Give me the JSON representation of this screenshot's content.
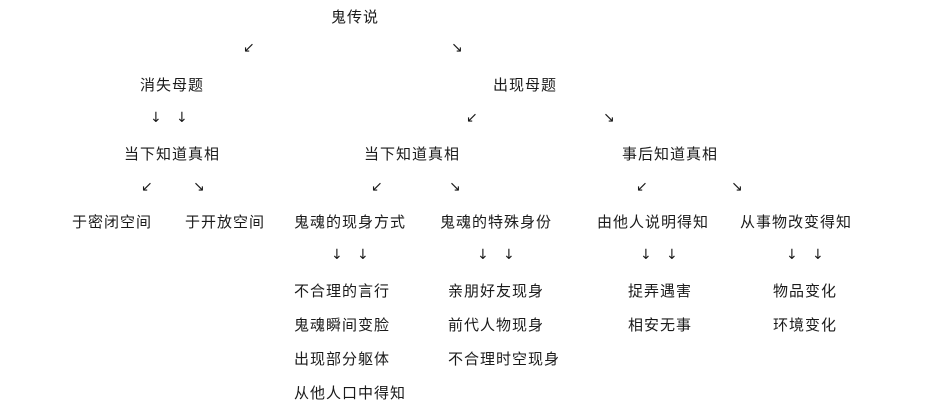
{
  "root": "鬼传说",
  "level1": {
    "disappear": "消失母题",
    "appear": "出现母题"
  },
  "level2": {
    "disappear_now": "当下知道真相",
    "appear_now": "当下知道真相",
    "appear_after": "事后知道真相"
  },
  "level3": {
    "closed_space": "于密闭空间",
    "open_space": "于开放空间",
    "ghost_method": "鬼魂的现身方式",
    "ghost_identity": "鬼魂的特殊身份",
    "told_by_others": "由他人说明得知",
    "from_objects": "从事物改变得知"
  },
  "leaves": {
    "method": [
      "不合理的言行",
      "鬼魂瞬间变脸",
      "出现部分躯体",
      "从他人口中得知"
    ],
    "identity": [
      "亲朋好友现身",
      "前代人物现身",
      "不合理时空现身"
    ],
    "told": [
      "捉弄遇害",
      "相安无事"
    ],
    "objects": [
      "物品变化",
      "环境变化"
    ]
  },
  "arrows": {
    "down": "↓",
    "left": "↙",
    "right": "↘"
  }
}
